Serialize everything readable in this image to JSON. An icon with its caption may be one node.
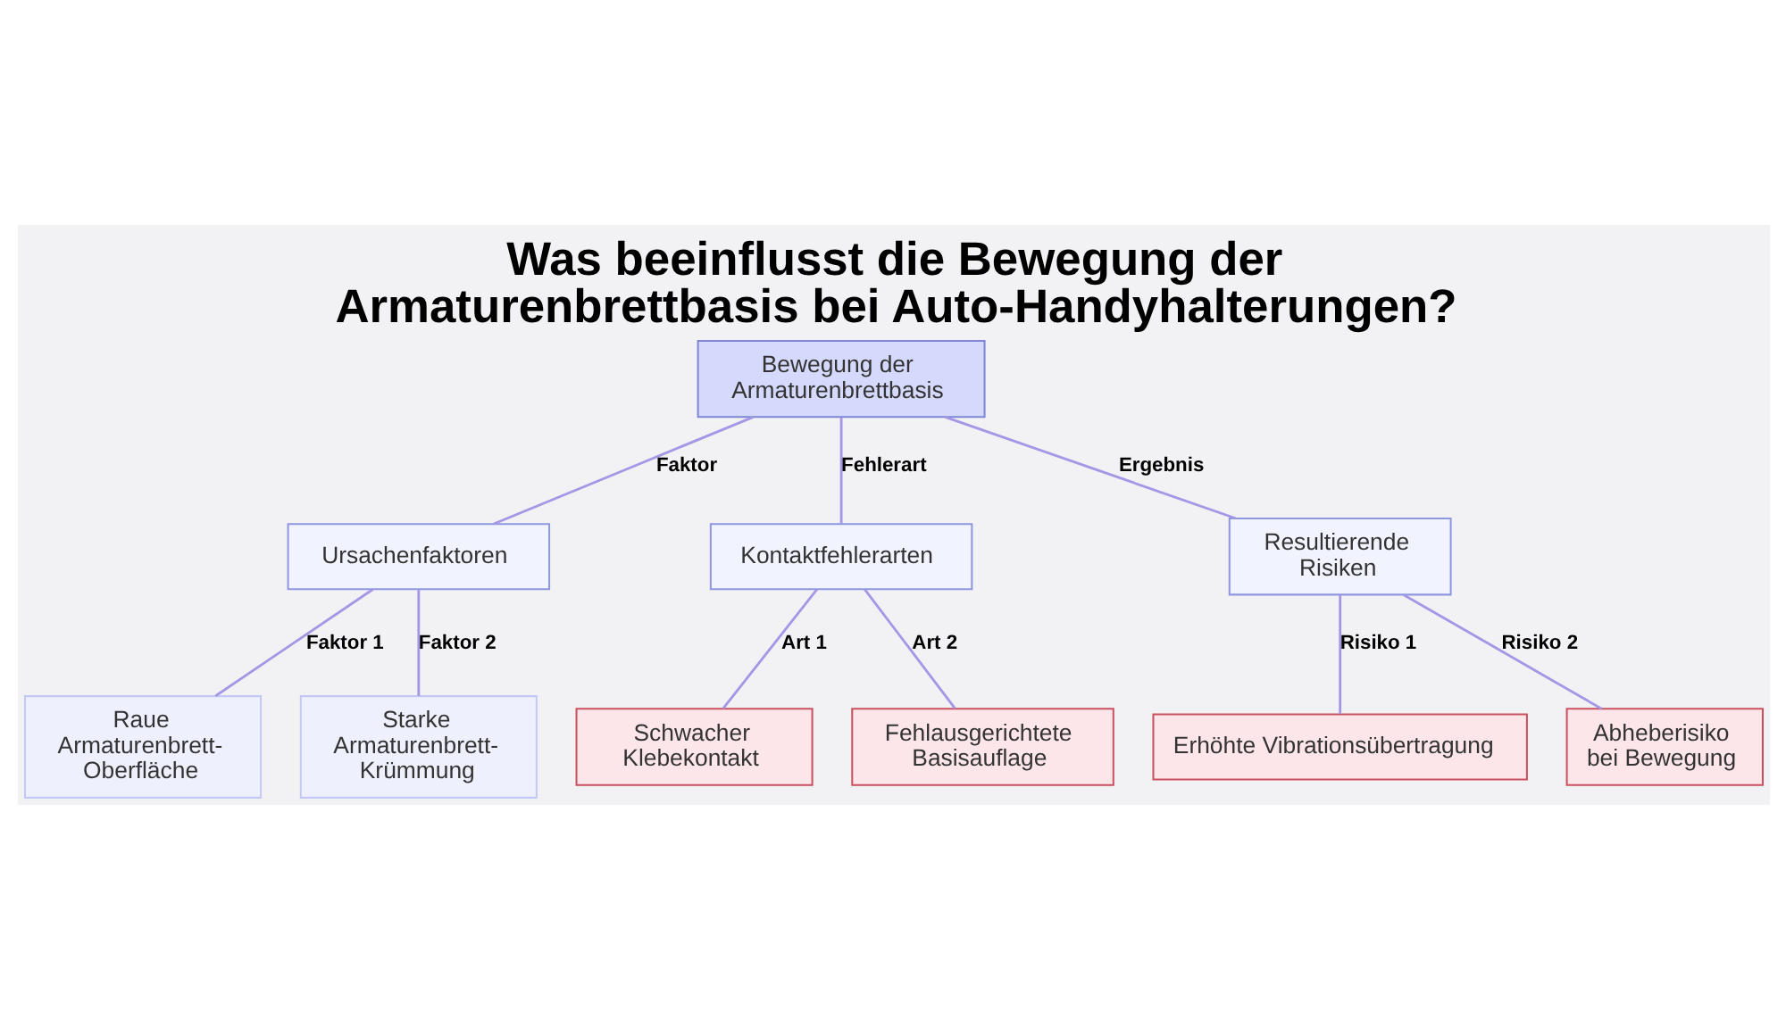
{
  "diagram": {
    "title": "Was beeinflusst die Bewegung der Armaturenbrettbasis bei Auto-Handyhalterungen?",
    "nodes": [
      {
        "text": [
          "Bewegung der Armaturenbrettbasis"
        ]
      },
      {
        "text": [
          "Ursachenfaktoren"
        ]
      },
      {
        "text": [
          "Kontaktfehlerarten"
        ]
      },
      {
        "text": [
          "Resultierende Risiken"
        ]
      },
      {
        "text": [
          "Raue Armaturenbrett-Oberfläche"
        ]
      },
      {
        "text": [
          "Starke Armaturenbrett-Krümmung"
        ]
      },
      {
        "text": [
          "Schwacher Klebekontakt"
        ]
      },
      {
        "text": [
          "Fehlausgerichtete Basisauflage"
        ]
      },
      {
        "text": [
          "Erhöhte Vibrationsübertragung"
        ]
      },
      {
        "text": [
          "Abheberisiko bei Bewegung"
        ]
      }
    ],
    "edges": [
      {
        "from": 0,
        "to": 1,
        "arrow": "none",
        "label": "Faktor"
      },
      {
        "from": 0,
        "to": 2,
        "arrow": "none",
        "label": "Fehlerart"
      },
      {
        "from": 0,
        "to": 3,
        "arrow": "none",
        "label": "Ergebnis"
      },
      {
        "from": 1,
        "to": 4,
        "arrow": "none",
        "label": "Faktor 1"
      },
      {
        "from": 1,
        "to": 5,
        "arrow": "none",
        "label": "Faktor 2"
      },
      {
        "from": 2,
        "to": 6,
        "arrow": "none",
        "label": "Art 1"
      },
      {
        "from": 2,
        "to": 7,
        "arrow": "none",
        "label": "Art 2"
      },
      {
        "from": 3,
        "to": 8,
        "arrow": "none",
        "label": "Risiko 1"
      },
      {
        "from": 3,
        "to": 9,
        "arrow": "none",
        "label": "Risiko 2"
      }
    ]
  }
}
